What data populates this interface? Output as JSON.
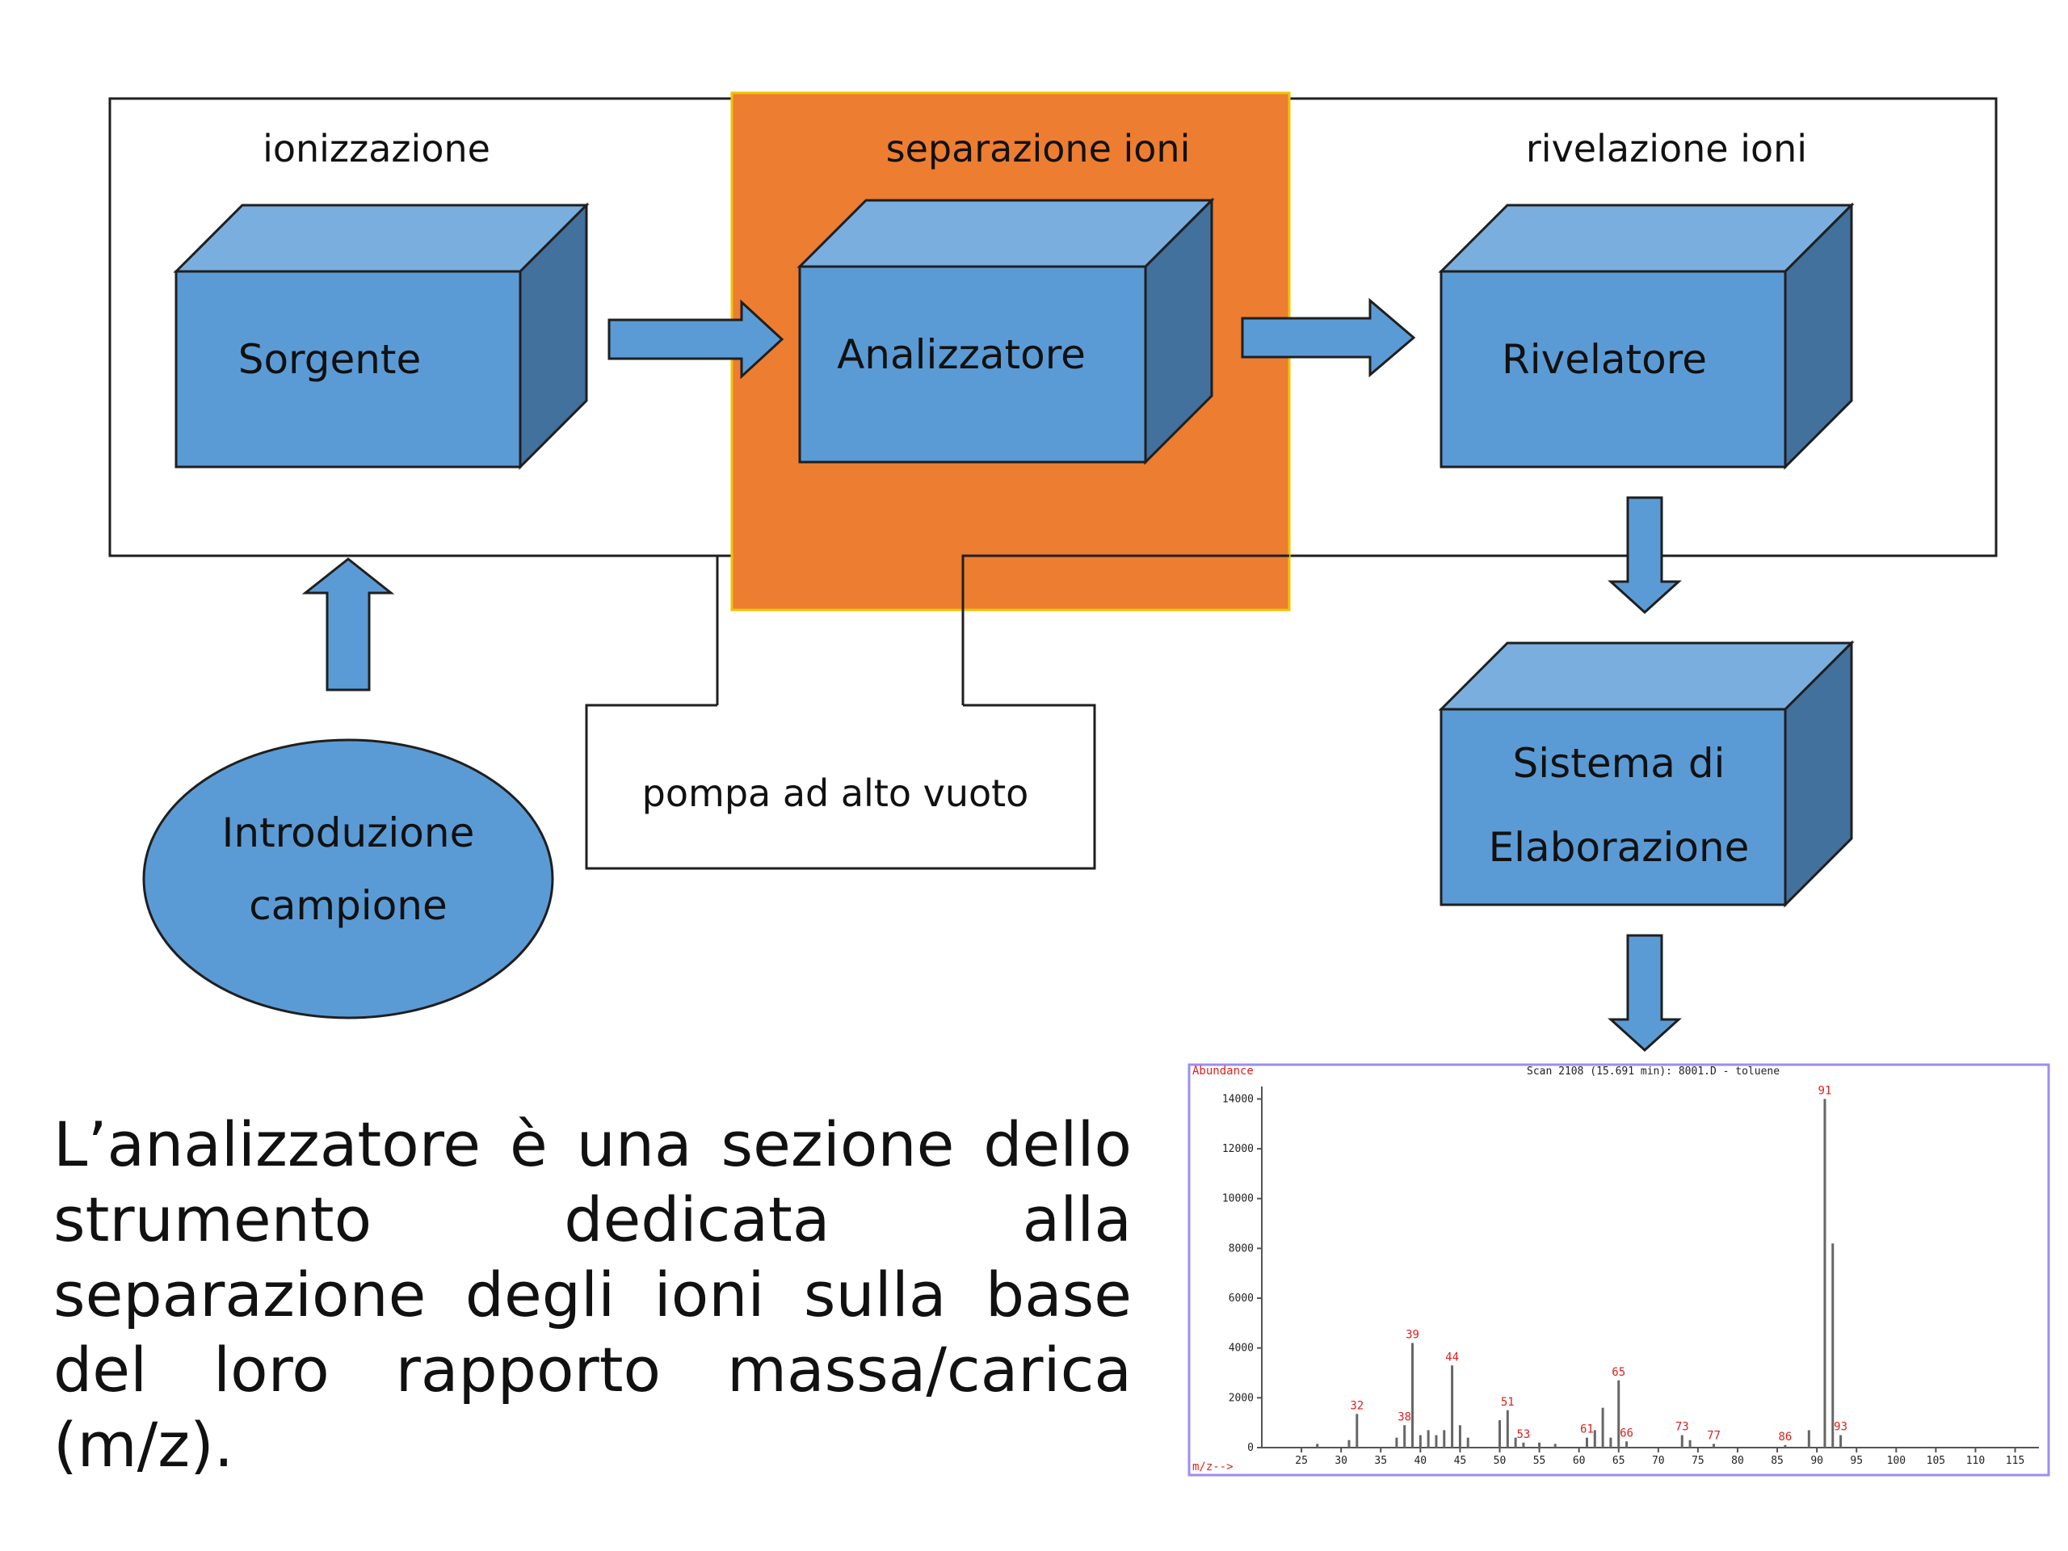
{
  "stage_labels": {
    "ionization": "ionizzazione",
    "separation": "separazione ioni",
    "detection": "rivelazione ioni"
  },
  "boxes": {
    "source": "Sorgente",
    "analyzer": "Analizzatore",
    "detector": "Rivelatore",
    "processing_line1": "Sistema di",
    "processing_line2": "Elaborazione"
  },
  "sample_intro": {
    "line1": "Introduzione",
    "line2": "campione"
  },
  "pump": "pompa ad alto vuoto",
  "description": "L’analizzatore è una sezione dello strumento dedicata alla separazione degli ioni sulla base del loro rapporto massa/carica (m/z).",
  "colors": {
    "box_front": "#5b9bd5",
    "box_top": "#7aaede",
    "box_side": "#41719c",
    "highlight": "#ed7d31",
    "outline": "#1f1f1f"
  },
  "chart_data": {
    "type": "bar",
    "header": "Scan 2108 (15.691 min): 8001.D - toluene",
    "ylabel": "Abundance",
    "xlabel": "m/z-->",
    "xlim": [
      20,
      118
    ],
    "ylim": [
      0,
      14500
    ],
    "y_ticks": [
      0,
      2000,
      4000,
      6000,
      8000,
      10000,
      12000,
      14000
    ],
    "x_ticks": [
      25,
      30,
      35,
      40,
      45,
      50,
      55,
      60,
      65,
      70,
      75,
      80,
      85,
      90,
      95,
      100,
      105,
      110,
      115
    ],
    "peaks": [
      {
        "x": 27,
        "y": 150
      },
      {
        "x": 31,
        "y": 300
      },
      {
        "x": 32,
        "y": 1350,
        "label": "32"
      },
      {
        "x": 37,
        "y": 400
      },
      {
        "x": 38,
        "y": 900,
        "label": "38"
      },
      {
        "x": 39,
        "y": 4200,
        "label": "39"
      },
      {
        "x": 40,
        "y": 500
      },
      {
        "x": 41,
        "y": 700
      },
      {
        "x": 42,
        "y": 500
      },
      {
        "x": 43,
        "y": 700
      },
      {
        "x": 44,
        "y": 3300,
        "label": "44"
      },
      {
        "x": 45,
        "y": 900
      },
      {
        "x": 46,
        "y": 400
      },
      {
        "x": 50,
        "y": 1100
      },
      {
        "x": 51,
        "y": 1500,
        "label": "51"
      },
      {
        "x": 52,
        "y": 400
      },
      {
        "x": 53,
        "y": 200,
        "label": "53"
      },
      {
        "x": 55,
        "y": 200
      },
      {
        "x": 57,
        "y": 150
      },
      {
        "x": 61,
        "y": 400,
        "label": "61"
      },
      {
        "x": 62,
        "y": 700
      },
      {
        "x": 63,
        "y": 1600
      },
      {
        "x": 64,
        "y": 400
      },
      {
        "x": 65,
        "y": 2700,
        "label": "65"
      },
      {
        "x": 66,
        "y": 250,
        "label": "66"
      },
      {
        "x": 73,
        "y": 500,
        "label": "73"
      },
      {
        "x": 74,
        "y": 300
      },
      {
        "x": 77,
        "y": 150,
        "label": "77"
      },
      {
        "x": 86,
        "y": 100,
        "label": "86"
      },
      {
        "x": 89,
        "y": 700
      },
      {
        "x": 91,
        "y": 14000,
        "label": "91"
      },
      {
        "x": 92,
        "y": 8200
      },
      {
        "x": 93,
        "y": 500,
        "label": "93"
      }
    ]
  }
}
